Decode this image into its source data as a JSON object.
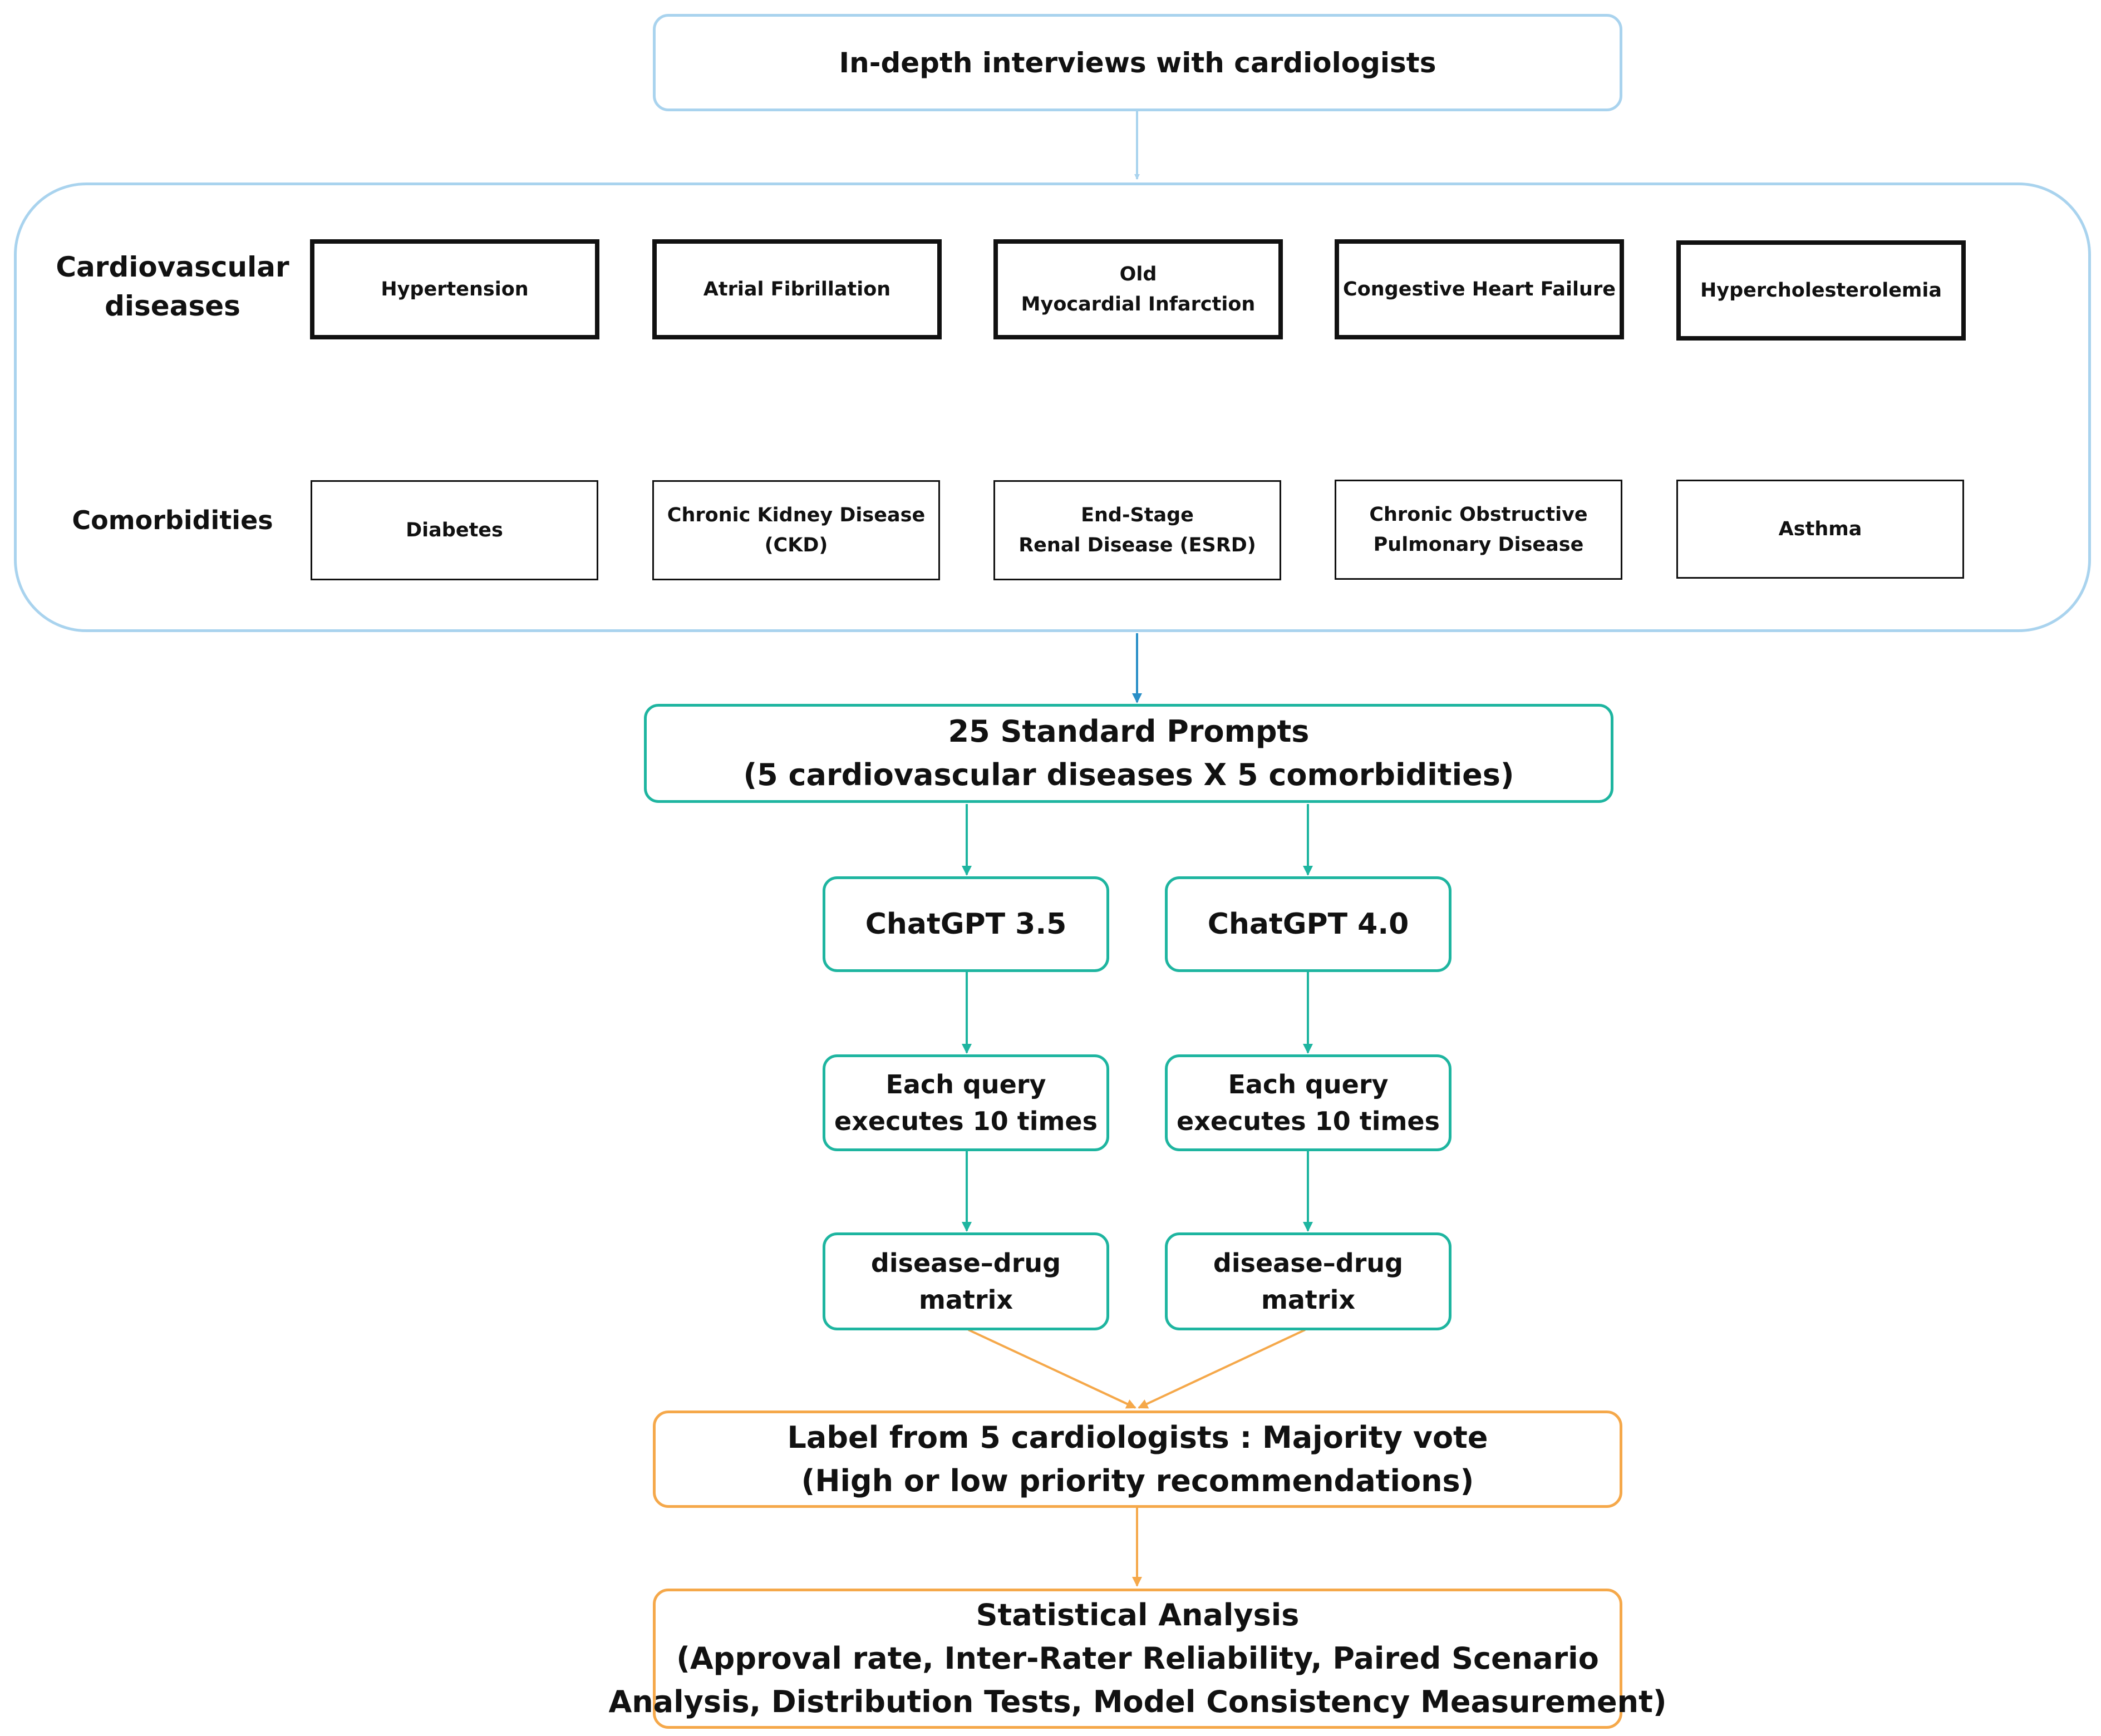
{
  "interviews": {
    "label": "In-depth interviews with cardiologists"
  },
  "disease_panel": {
    "cvd_row_label": [
      "Cardiovascular",
      "diseases"
    ],
    "comorbidity_row_label": "Comorbidities",
    "cardiovascular_diseases": [
      {
        "lines": [
          "Hypertension"
        ]
      },
      {
        "lines": [
          "Atrial Fibrillation"
        ]
      },
      {
        "lines": [
          "Old",
          "Myocardial Infarction"
        ]
      },
      {
        "lines": [
          "Congestive Heart Failure"
        ]
      },
      {
        "lines": [
          "Hypercholesterolemia"
        ]
      }
    ],
    "comorbidities": [
      {
        "lines": [
          "Diabetes"
        ]
      },
      {
        "lines": [
          "Chronic Kidney Disease",
          "(CKD)"
        ]
      },
      {
        "lines": [
          "End-Stage",
          "Renal Disease (ESRD)"
        ]
      },
      {
        "lines": [
          "Chronic Obstructive",
          "Pulmonary Disease"
        ]
      },
      {
        "lines": [
          "Asthma"
        ]
      }
    ]
  },
  "prompts": {
    "lines": [
      "25 Standard Prompts",
      "(5 cardiovascular diseases X 5 comorbidities)"
    ]
  },
  "models": [
    {
      "name": "ChatGPT 3.5",
      "query": [
        "Each query",
        "executes 10 times"
      ],
      "matrix": [
        "disease–drug",
        "matrix"
      ]
    },
    {
      "name": "ChatGPT 4.0",
      "query": [
        "Each query",
        "executes 10 times"
      ],
      "matrix": [
        "disease–drug",
        "matrix"
      ]
    }
  ],
  "label_box": {
    "lines": [
      "Label from 5 cardiologists : Majority vote",
      "(High or low priority recommendations)"
    ]
  },
  "analysis_box": {
    "lines": [
      "Statistical Analysis",
      "(Approval rate, Inter-Rater Reliability, Paired Scenario",
      "Analysis, Distribution Tests, Model Consistency Measurement)"
    ]
  },
  "colors": {
    "light_blue": "#a9d3ee",
    "blue_arrow": "#2a8fc7",
    "teal": "#1eb5a0",
    "orange": "#f5a84a",
    "black": "#111111"
  }
}
